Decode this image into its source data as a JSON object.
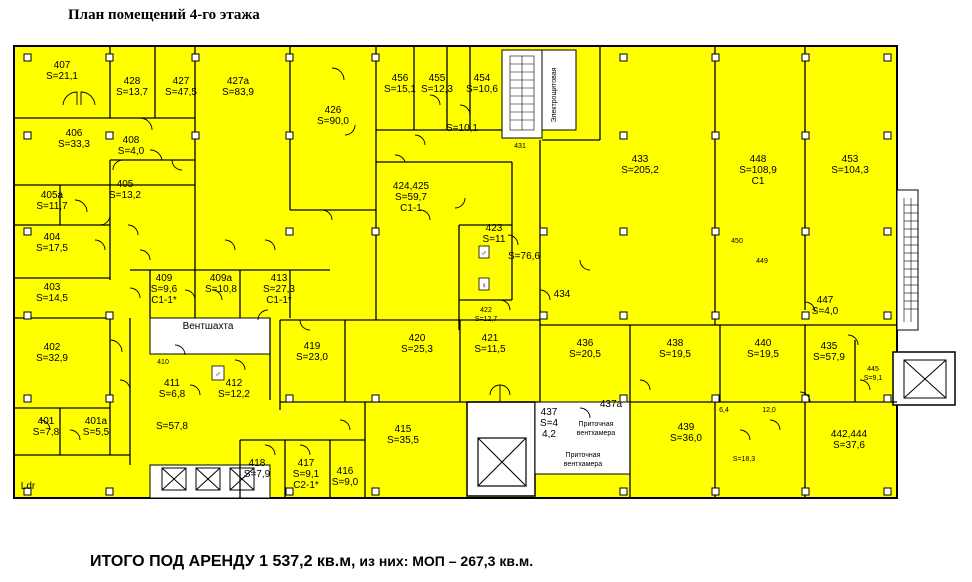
{
  "title": "План помещений 4-го этажа",
  "footer": {
    "main": "ИТОГО ПОД АРЕНДУ 1 537,2 кв.м,",
    "sub": " из них: МОП – 267,3 кв.м."
  },
  "colors": {
    "room": "#ffff00",
    "wall": "#000000",
    "service": "#ffffff"
  },
  "rooms": [
    {
      "id": "407",
      "lines": [
        "407",
        "S=21,1"
      ]
    },
    {
      "id": "428",
      "lines": [
        "428",
        "S=13,7"
      ]
    },
    {
      "id": "427",
      "lines": [
        "427",
        "S=47,5"
      ]
    },
    {
      "id": "427a",
      "lines": [
        "427а",
        "S=83,9"
      ]
    },
    {
      "id": "426",
      "lines": [
        "426",
        "S=90,0"
      ]
    },
    {
      "id": "456",
      "lines": [
        "456",
        "S=15,1"
      ]
    },
    {
      "id": "455",
      "lines": [
        "455",
        "S=12,3"
      ]
    },
    {
      "id": "454",
      "lines": [
        "454",
        "S=10,6"
      ]
    },
    {
      "id": "453s",
      "lines": [
        "S=10,1"
      ]
    },
    {
      "id": "406",
      "lines": [
        "406",
        "S=33,3"
      ]
    },
    {
      "id": "408",
      "lines": [
        "408",
        "S=4,0"
      ]
    },
    {
      "id": "405a",
      "lines": [
        "405а",
        "S=11,7"
      ]
    },
    {
      "id": "405",
      "lines": [
        "405",
        "S=13,2"
      ]
    },
    {
      "id": "404",
      "lines": [
        "404",
        "S=17,5"
      ]
    },
    {
      "id": "424",
      "lines": [
        "424,425",
        "S=59,7",
        "C1-1"
      ]
    },
    {
      "id": "423",
      "lines": [
        "423",
        "S=11"
      ]
    },
    {
      "id": "s766",
      "lines": [
        "S=76,6"
      ]
    },
    {
      "id": "433",
      "lines": [
        "433",
        "S=205,2"
      ]
    },
    {
      "id": "448",
      "lines": [
        "448",
        "S=108,9",
        "C1"
      ]
    },
    {
      "id": "453",
      "lines": [
        "453",
        "S=104,3"
      ]
    },
    {
      "id": "403",
      "lines": [
        "403",
        "S=14,5"
      ]
    },
    {
      "id": "409",
      "lines": [
        "409",
        "S=9,6",
        "C1-1*"
      ]
    },
    {
      "id": "409a",
      "lines": [
        "409а",
        "S=10,8"
      ]
    },
    {
      "id": "413",
      "lines": [
        "413",
        "S=27,3",
        "C1-1*"
      ]
    },
    {
      "id": "434",
      "lines": [
        "434"
      ]
    },
    {
      "id": "447",
      "lines": [
        "447",
        "S=4,0"
      ]
    },
    {
      "id": "402",
      "lines": [
        "402",
        "S=32,9"
      ]
    },
    {
      "id": "419",
      "lines": [
        "419",
        "S=23,0"
      ]
    },
    {
      "id": "420",
      "lines": [
        "420",
        "S=25,3"
      ]
    },
    {
      "id": "421",
      "lines": [
        "421",
        "S=11,5"
      ]
    },
    {
      "id": "436",
      "lines": [
        "436",
        "S=20,5"
      ]
    },
    {
      "id": "438",
      "lines": [
        "438",
        "S=19,5"
      ]
    },
    {
      "id": "440",
      "lines": [
        "440",
        "S=19,5"
      ]
    },
    {
      "id": "435",
      "lines": [
        "435",
        "S=57,9"
      ]
    },
    {
      "id": "411",
      "lines": [
        "411",
        "S=6,8"
      ]
    },
    {
      "id": "412",
      "lines": [
        "412",
        "S=12,2"
      ]
    },
    {
      "id": "401",
      "lines": [
        "401",
        "S=7,8"
      ]
    },
    {
      "id": "401a",
      "lines": [
        "401а",
        "S=5,5"
      ]
    },
    {
      "id": "s578",
      "lines": [
        "S=57,8"
      ]
    },
    {
      "id": "415",
      "lines": [
        "415",
        "S=35,5"
      ]
    },
    {
      "id": "437",
      "lines": [
        "437",
        "S=4",
        "4,2"
      ]
    },
    {
      "id": "437a",
      "lines": [
        "437а"
      ]
    },
    {
      "id": "439",
      "lines": [
        "439",
        "S=36,0"
      ]
    },
    {
      "id": "442",
      "lines": [
        "442,444",
        "S=37,6"
      ]
    },
    {
      "id": "418",
      "lines": [
        "418",
        "S=7,9"
      ]
    },
    {
      "id": "417",
      "lines": [
        "417",
        "S=9,1",
        "C2-1*"
      ]
    },
    {
      "id": "416",
      "lines": [
        "416",
        "S=9,0"
      ]
    }
  ],
  "small_labels": [
    {
      "id": "431",
      "text": "431"
    },
    {
      "id": "422",
      "text": "422"
    },
    {
      "id": "s127",
      "text": "S=12,7"
    },
    {
      "id": "410",
      "text": "410"
    },
    {
      "id": "450",
      "text": "450"
    },
    {
      "id": "449",
      "text": "449"
    },
    {
      "id": "445",
      "text": "445"
    },
    {
      "id": "s91",
      "text": "S=9,1"
    },
    {
      "id": "d64",
      "text": "6,4"
    },
    {
      "id": "d120",
      "text": "12,0"
    },
    {
      "id": "s183",
      "text": "S=18,3"
    },
    {
      "id": "lift",
      "text": "Электрощитовая"
    },
    {
      "id": "vent",
      "text": "Вентшахта"
    },
    {
      "id": "pv1",
      "text": "Приточная"
    },
    {
      "id": "pv1b",
      "text": "вентхамера"
    },
    {
      "id": "pv2",
      "text": "Приточная"
    },
    {
      "id": "pv2b",
      "text": "вентхамера"
    },
    {
      "id": "ldr",
      "text": "Ldr"
    }
  ]
}
